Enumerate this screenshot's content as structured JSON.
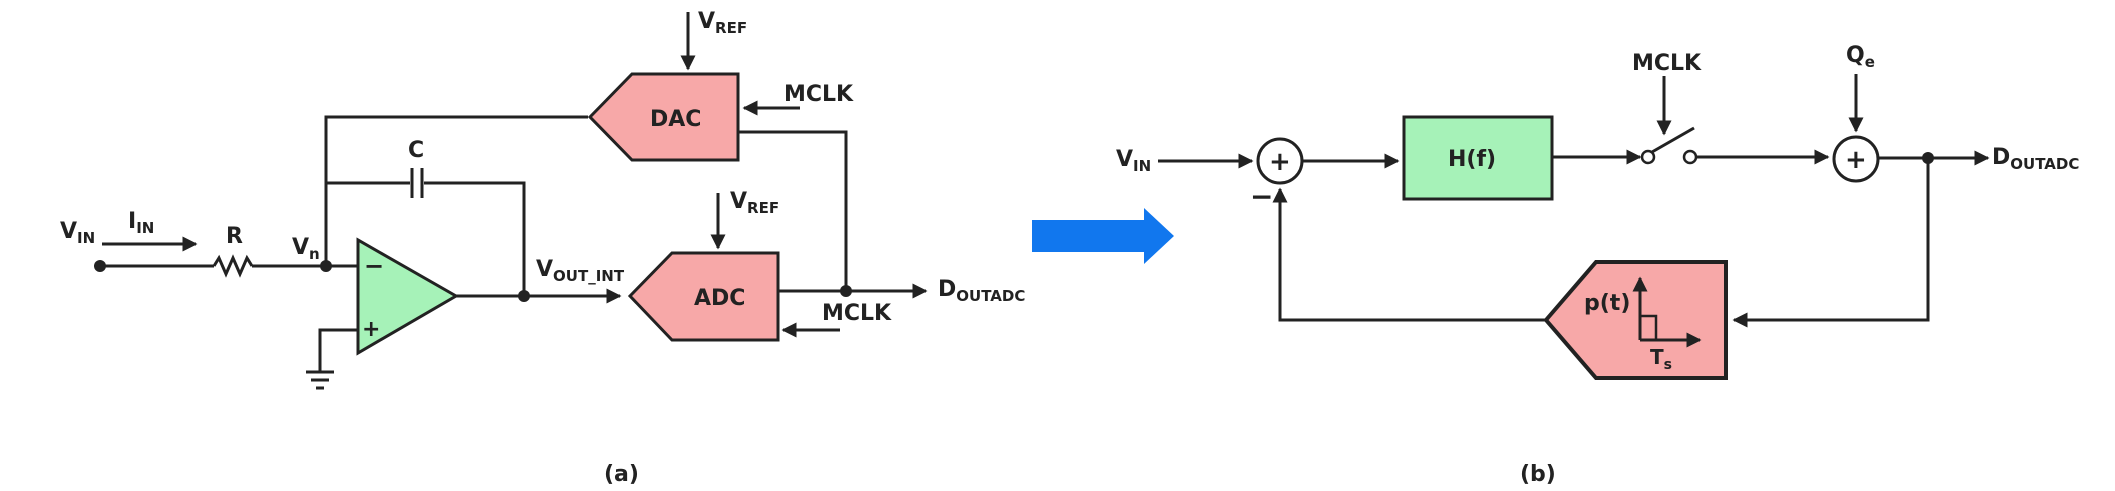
{
  "panel_a": {
    "caption": "(a)",
    "vin": {
      "main": "V",
      "sub": "IN"
    },
    "iin": {
      "main": "I",
      "sub": "IN"
    },
    "resistor": "R",
    "capacitor": "C",
    "vn": {
      "main": "V",
      "sub": "n"
    },
    "vref_top": {
      "main": "V",
      "sub": "REF"
    },
    "vref_adc": {
      "main": "V",
      "sub": "REF"
    },
    "mclk_dac": "MCLK",
    "mclk_adc": "MCLK",
    "dac": "DAC",
    "adc": "ADC",
    "vout_int": {
      "main": "V",
      "sub": "OUT_INT"
    },
    "dout": {
      "main": "D",
      "sub": "OUTADC"
    },
    "opamp_minus": "−",
    "opamp_plus": "+"
  },
  "panel_b": {
    "caption": "(b)",
    "vin": {
      "main": "V",
      "sub": "IN"
    },
    "sum1_sign": "+",
    "minus": "−",
    "hf": "H(f)",
    "mclk": "MCLK",
    "qe": {
      "main": "Q",
      "sub": "e"
    },
    "sum2_sign": "+",
    "dout": {
      "main": "D",
      "sub": "OUTADC"
    },
    "pt": "p(t)",
    "ts": {
      "main": "T",
      "sub": "s"
    }
  },
  "colors": {
    "opamp": "#a6f2b8",
    "block_green": "#a6f2b8",
    "block_pink": "#f7a8a8",
    "arrow_blue": "#1177ee",
    "line": "#222222"
  }
}
